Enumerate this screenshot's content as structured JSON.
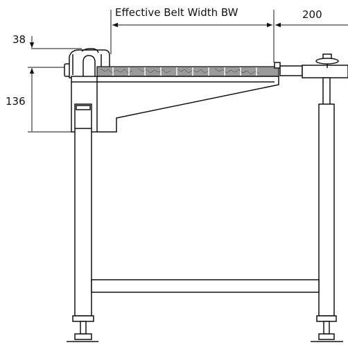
{
  "dimensions": {
    "belt_width_label": "Effective Belt Width BW",
    "side_offset_label": "200",
    "top_height_label": "38",
    "frame_height_label": "136"
  },
  "colors": {
    "line": "#111111",
    "belt_fill": "#9a9a9a",
    "background": "#ffffff"
  }
}
